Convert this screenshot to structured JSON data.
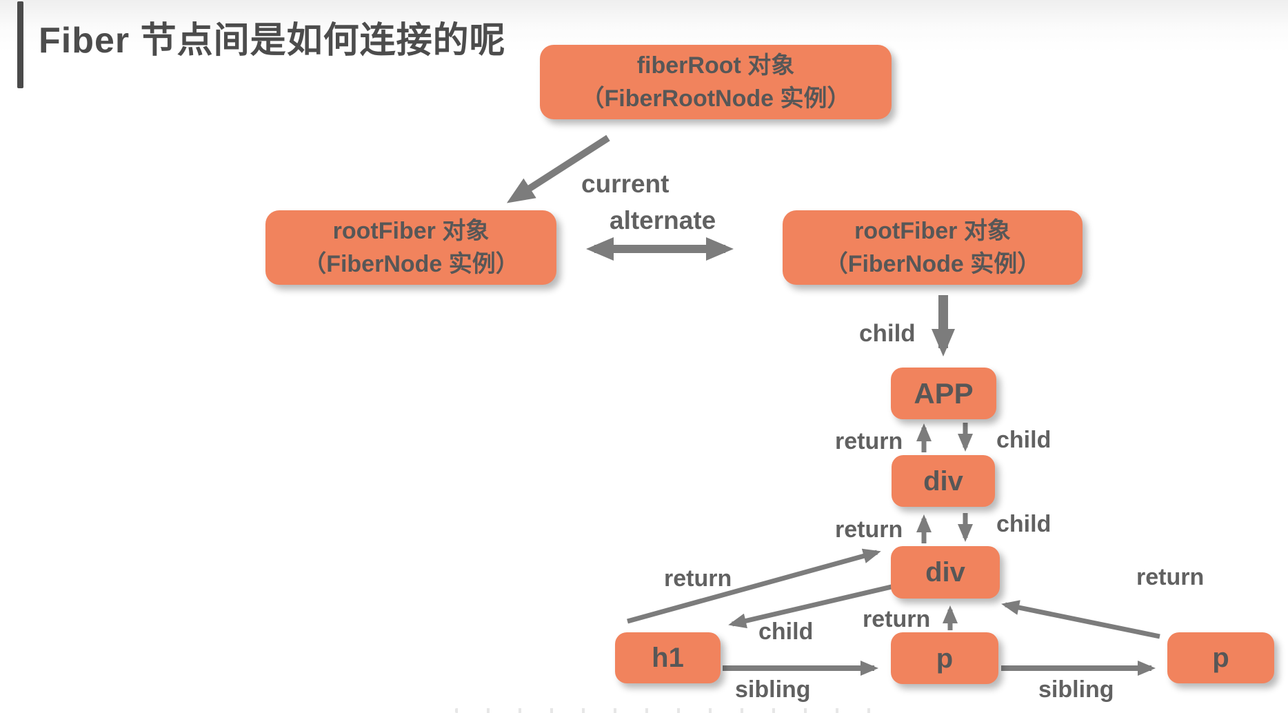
{
  "title": "Fiber 节点间是如何连接的呢",
  "nodes": {
    "fiber_root": {
      "line1": "fiberRoot 对象",
      "line2": "（FiberRootNode 实例）"
    },
    "root_fiber_current": {
      "line1": "rootFiber 对象",
      "line2": "（FiberNode 实例）"
    },
    "root_fiber_alternate": {
      "line1": "rootFiber 对象",
      "line2": "（FiberNode 实例）"
    },
    "app": {
      "label": "APP"
    },
    "div_outer": {
      "label": "div"
    },
    "div_inner": {
      "label": "div"
    },
    "h1_node": {
      "label": "h1"
    },
    "p_first": {
      "label": "p"
    },
    "p_second": {
      "label": "p"
    }
  },
  "edges": {
    "current": "current",
    "alternate": "alternate",
    "child_root": "child",
    "return_app": "return",
    "child_app": "child",
    "return_div": "return",
    "child_div": "child",
    "return_h1": "return",
    "child_h1": "child",
    "return_p_first": "return",
    "return_p_second": "return",
    "sibling_h1_p": "sibling",
    "sibling_p_p": "sibling"
  },
  "colors": {
    "node_fill": "#F1835D",
    "node_text": "#575757",
    "arrow": "#7C7C7C",
    "edge_label": "#616161",
    "title_text": "#4C4C4C",
    "accent_bar": "#4A4A4A"
  }
}
